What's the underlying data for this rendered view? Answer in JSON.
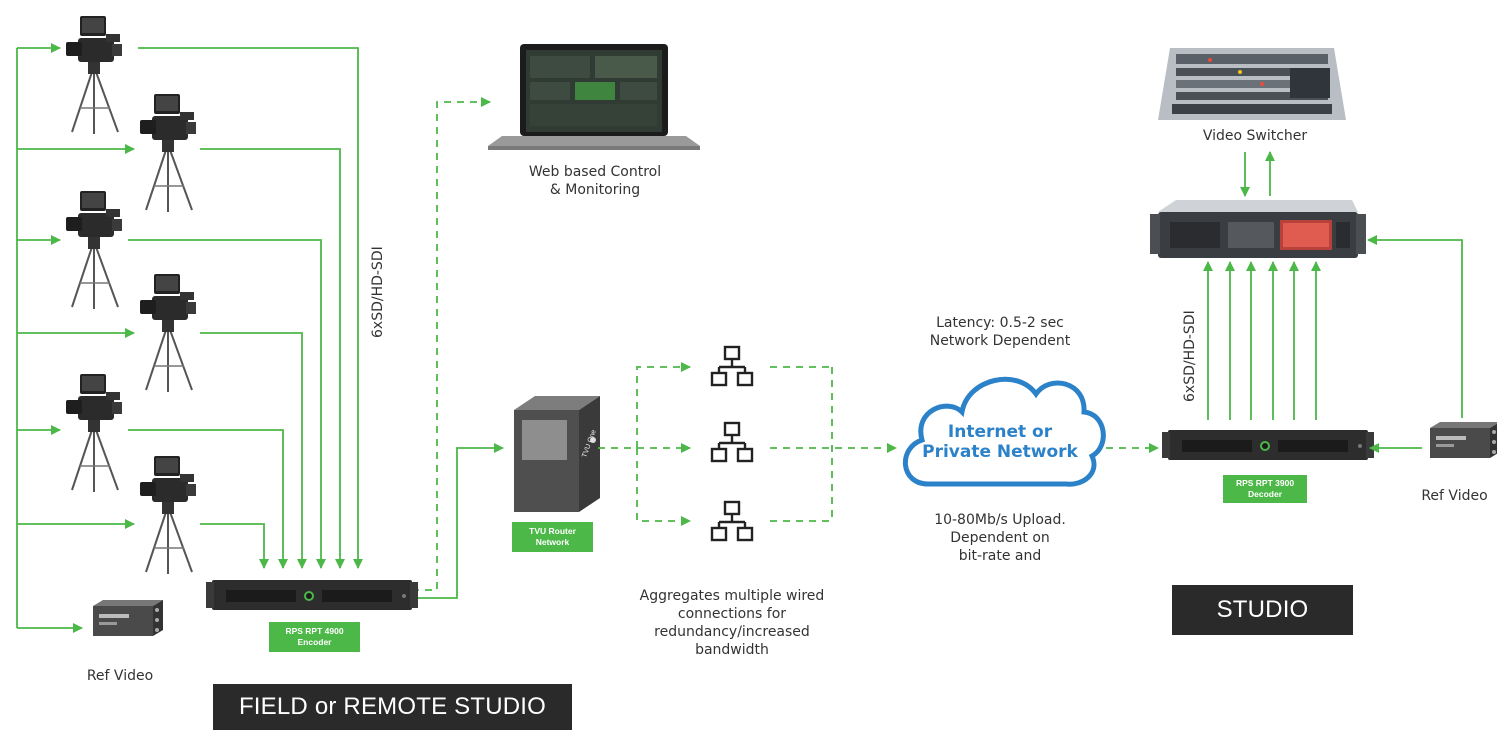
{
  "labels": {
    "web_control": [
      "Web based Control",
      "& Monitoring"
    ],
    "sdi_left": "6xSD/HD-SDI",
    "sdi_right": "6xSD/HD-SDI",
    "ref_video_left": "Ref Video",
    "ref_video_right": "Ref Video",
    "video_switcher": "Video Switcher",
    "latency": [
      "Latency: 0.5-2 sec",
      "Network Dependent"
    ],
    "upload": [
      "10-80Mb/s Upload.",
      "Dependent on",
      "bit-rate and"
    ],
    "aggregates": [
      "Aggregates multiple wired",
      "connections for",
      "redundancy/increased",
      "bandwidth"
    ],
    "cloud": [
      "Internet or",
      "Private Network"
    ]
  },
  "badges": {
    "encoder": [
      "RPS RPT 4900",
      "Encoder"
    ],
    "router": [
      "TVU Router",
      "Network"
    ],
    "decoder": [
      "RPS RPT 3900",
      "Decoder"
    ]
  },
  "banners": {
    "field": "FIELD or REMOTE STUDIO",
    "studio": "STUDIO"
  },
  "device_text": {
    "tvu_one": "TVU One"
  },
  "colors": {
    "line_green": "#4cb848",
    "badge_green": "#4cb848",
    "cloud_blue": "#2c82c9",
    "banner_dark": "#2a2a2a"
  }
}
